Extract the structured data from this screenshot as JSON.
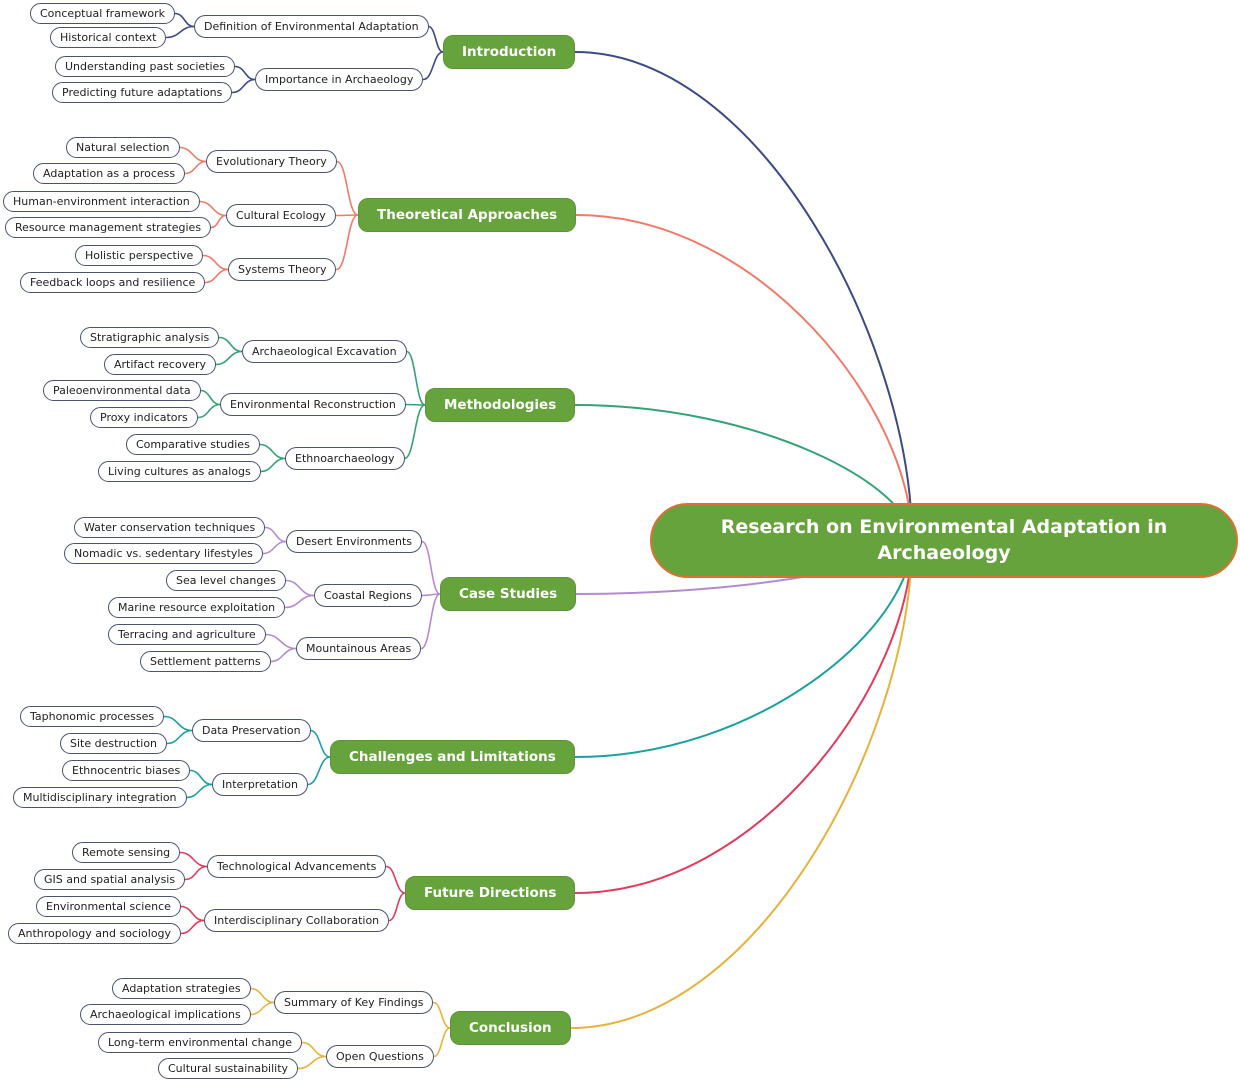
{
  "root": {
    "label": "Research on Environmental Adaptation in Archaeology"
  },
  "palette": {
    "background": "#ffffff",
    "root_fill": "#67a33d",
    "root_border": "#dd7033",
    "topic_fill": "#67a33d",
    "pill_border": "#4a5470"
  },
  "branches": [
    {
      "label": "Introduction",
      "color": "#3e4a84",
      "children": [
        {
          "label": "Definition of Environmental Adaptation",
          "children": [
            {
              "label": "Conceptual framework"
            },
            {
              "label": "Historical context"
            }
          ]
        },
        {
          "label": "Importance in Archaeology",
          "children": [
            {
              "label": "Understanding past societies"
            },
            {
              "label": "Predicting future adaptations"
            }
          ]
        }
      ]
    },
    {
      "label": "Theoretical Approaches",
      "color": "#ee7a68",
      "children": [
        {
          "label": "Evolutionary Theory",
          "children": [
            {
              "label": "Natural selection"
            },
            {
              "label": "Adaptation as a process"
            }
          ]
        },
        {
          "label": "Cultural Ecology",
          "children": [
            {
              "label": "Human-environment interaction"
            },
            {
              "label": "Resource management strategies"
            }
          ]
        },
        {
          "label": "Systems Theory",
          "children": [
            {
              "label": "Holistic perspective"
            },
            {
              "label": "Feedback loops and resilience"
            }
          ]
        }
      ]
    },
    {
      "label": "Methodologies",
      "color": "#33a277",
      "children": [
        {
          "label": "Archaeological Excavation",
          "children": [
            {
              "label": "Stratigraphic analysis"
            },
            {
              "label": "Artifact recovery"
            }
          ]
        },
        {
          "label": "Environmental Reconstruction",
          "children": [
            {
              "label": "Paleoenvironmental data"
            },
            {
              "label": "Proxy indicators"
            }
          ]
        },
        {
          "label": "Ethnoarchaeology",
          "children": [
            {
              "label": "Comparative studies"
            },
            {
              "label": "Living cultures as analogs"
            }
          ]
        }
      ]
    },
    {
      "label": "Case Studies",
      "color": "#b48ad2",
      "children": [
        {
          "label": "Desert Environments",
          "children": [
            {
              "label": "Water conservation techniques"
            },
            {
              "label": "Nomadic vs. sedentary lifestyles"
            }
          ]
        },
        {
          "label": "Coastal Regions",
          "children": [
            {
              "label": "Sea level changes"
            },
            {
              "label": "Marine resource exploitation"
            }
          ]
        },
        {
          "label": "Mountainous Areas",
          "children": [
            {
              "label": "Terracing and agriculture"
            },
            {
              "label": "Settlement patterns"
            }
          ]
        }
      ]
    },
    {
      "label": "Challenges and Limitations",
      "color": "#1ba0a0",
      "children": [
        {
          "label": "Data Preservation",
          "children": [
            {
              "label": "Taphonomic processes"
            },
            {
              "label": "Site destruction"
            }
          ]
        },
        {
          "label": "Interpretation",
          "children": [
            {
              "label": "Ethnocentric biases"
            },
            {
              "label": "Multidisciplinary integration"
            }
          ]
        }
      ]
    },
    {
      "label": "Future Directions",
      "color": "#e23a5c",
      "children": [
        {
          "label": "Technological Advancements",
          "children": [
            {
              "label": "Remote sensing"
            },
            {
              "label": "GIS and spatial analysis"
            }
          ]
        },
        {
          "label": "Interdisciplinary Collaboration",
          "children": [
            {
              "label": "Environmental science"
            },
            {
              "label": "Anthropology and sociology"
            }
          ]
        }
      ]
    },
    {
      "label": "Conclusion",
      "color": "#e5b33c",
      "children": [
        {
          "label": "Summary of Key Findings",
          "children": [
            {
              "label": "Adaptation strategies"
            },
            {
              "label": "Archaeological implications"
            }
          ]
        },
        {
          "label": "Open Questions",
          "children": [
            {
              "label": "Long-term environmental change"
            },
            {
              "label": "Cultural sustainability"
            }
          ]
        }
      ]
    }
  ]
}
